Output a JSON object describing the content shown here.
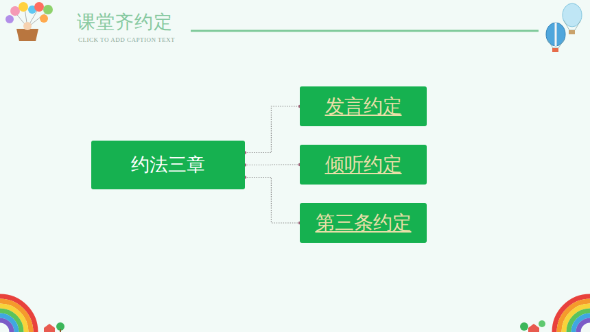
{
  "diagram": {
    "title": "课堂齐约定",
    "caption": "CLICK TO ADD CAPTION TEXT",
    "nodes": [
      {
        "text": [
          "约法三章"
        ]
      },
      {
        "text": [
          "发言约定"
        ]
      },
      {
        "text": [
          "倾听约定"
        ]
      },
      {
        "text": [
          "第三条约定"
        ]
      }
    ],
    "edges": [
      {
        "from": 0,
        "to": 1,
        "arrow": "none"
      },
      {
        "from": 0,
        "to": 2,
        "arrow": "none"
      },
      {
        "from": 0,
        "to": 3,
        "arrow": "none"
      }
    ]
  }
}
